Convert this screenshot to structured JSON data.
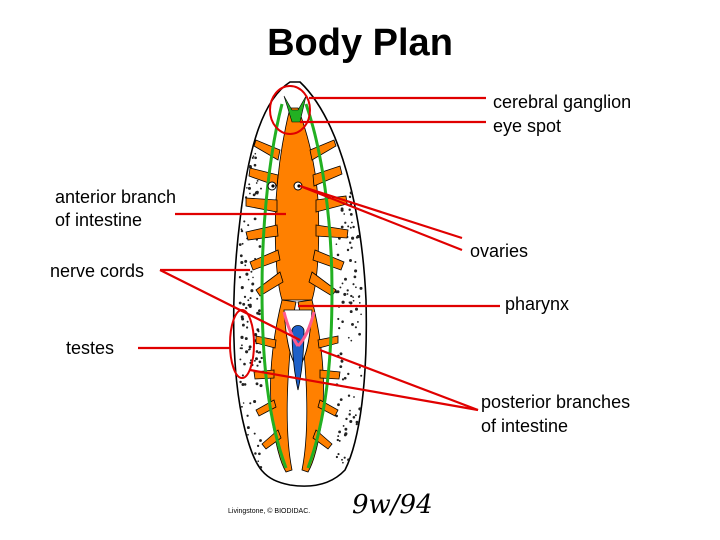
{
  "title": "Body Plan",
  "labels": {
    "cerebral_ganglion": "cerebral ganglion",
    "eye_spot": "eye spot",
    "anterior_branch_1": "anterior branch",
    "anterior_branch_2": "of intestine",
    "ovaries": "ovaries",
    "nerve_cords": "nerve cords",
    "pharynx": "pharynx",
    "testes": "testes",
    "posterior_1": "posterior branches",
    "posterior_2": "of intestine"
  },
  "credit": "Livingstone, © BIODIDAC.",
  "signature": "9w/94",
  "colors": {
    "pointer": "#e00000",
    "intestine": "#ff8000",
    "nerve": "#22b022",
    "pharynx_blue": "#1e60c8",
    "ovary_pink": "#ff5a8c",
    "outline": "#000000"
  }
}
